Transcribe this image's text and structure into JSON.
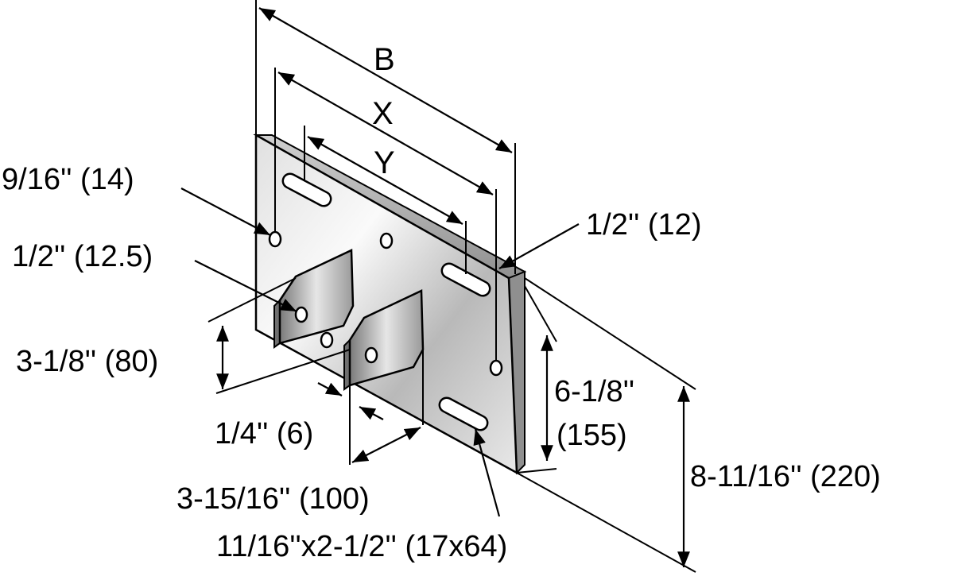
{
  "dimensions": {
    "B": "B",
    "X": "X",
    "Y": "Y",
    "hole_diameter": "9/16'' (14)",
    "plate_thickness": "1/2'' (12)",
    "fin_hole_diameter": "1/2'' (12.5)",
    "fin_height": "3-1/8'' (80)",
    "fin_thickness": "1/4'' (6)",
    "fin_spacing": "3-15/16'' (100)",
    "slot_size": "11/16''x2-1/2'' (17x64)",
    "slot_spacing_line1": "6-1/8''",
    "slot_spacing_line2": "(155)",
    "plate_height": "8-11/16'' (220)"
  },
  "colors": {
    "line": "#000000",
    "plate_light": "#f2f2f2",
    "plate_mid": "#c8c8c8",
    "plate_dark": "#8a8a8a",
    "background": "#ffffff"
  }
}
